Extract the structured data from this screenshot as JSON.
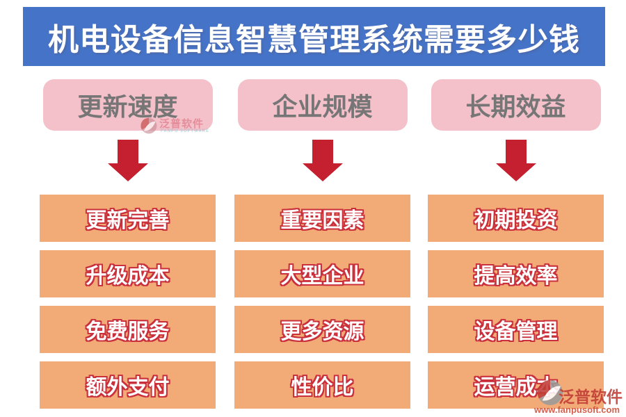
{
  "title": "机电设备信息智慧管理系统需要多少钱",
  "columns": [
    {
      "header": "更新速度",
      "items": [
        "更新完善",
        "升级成本",
        "免费服务",
        "额外支付"
      ]
    },
    {
      "header": "企业规模",
      "items": [
        "重要因素",
        "大型企业",
        "更多资源",
        "性价比"
      ]
    },
    {
      "header": "长期效益",
      "items": [
        "初期投资",
        "提高效率",
        "设备管理",
        "运营成本"
      ]
    }
  ],
  "watermark_top": {
    "brand": "泛普软件",
    "subtext": "FANPU SOFTWARE"
  },
  "watermark_bottom": {
    "brand": "泛普软件",
    "subtext": "www.fanpusoft.com"
  },
  "colors": {
    "header_bg": "#4573C7",
    "header_text": "#FFFFFF",
    "category_bg": "#F4C0CA",
    "category_text": "#767676",
    "item_bg": "#F2AB77",
    "item_text": "#FFFFFF",
    "item_outline": "#C9303C",
    "arrow": "#C5202F",
    "watermark_red": "#C13B35"
  }
}
